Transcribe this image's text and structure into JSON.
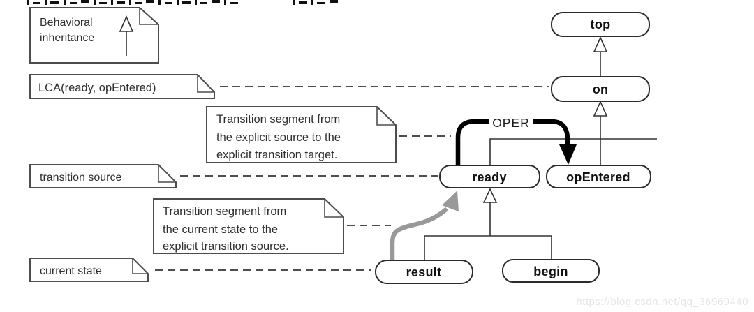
{
  "notes": {
    "behavioral": {
      "lines": [
        "Behavioral",
        "inheritance"
      ]
    },
    "lca": {
      "text": "LCA(ready, opEntered)"
    },
    "segment_explicit": {
      "lines": [
        "Transition segment from",
        "the explicit source to the",
        "explicit transition target."
      ]
    },
    "transition_source": {
      "text": "transition source"
    },
    "segment_current": {
      "lines": [
        "Transition segment from",
        "the current state to the",
        "explicit transition source."
      ]
    },
    "current_state": {
      "text": "current state"
    }
  },
  "states": {
    "top": "top",
    "on": "on",
    "ready": "ready",
    "op_entered": "opEntered",
    "result": "result",
    "begin": "begin"
  },
  "transition_label": "OPER",
  "watermark": "https://blog.csdn.net/qq_36969440",
  "colors": {
    "line": "#333333",
    "note_border": "#4d4d4d",
    "state_border": "#2b2b2b",
    "dashed_connector": "#4d4d4d",
    "thick_transition_arrow": "#000000",
    "gray_transition_arrow": "#999999",
    "watermark_text": "#e6e6e6"
  }
}
